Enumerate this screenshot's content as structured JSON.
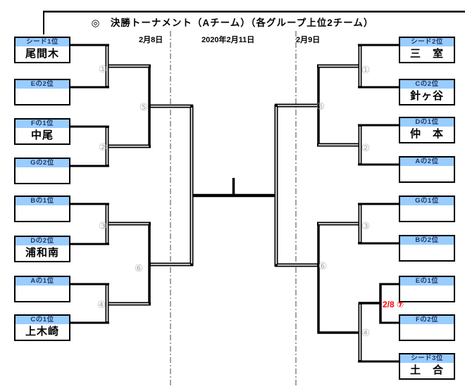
{
  "title": "◎　決勝トーナメント（Aチーム）（各グループ上位2チーム）",
  "dates": {
    "left": "2月8日",
    "center": "2020年2月11日",
    "right": "2月9日"
  },
  "labels": {
    "left": [
      "①",
      "②",
      "③",
      "④",
      "⑤",
      "⑥"
    ],
    "right": [
      "①",
      "②",
      "③",
      "④",
      "⑤",
      "⑥"
    ],
    "rescheduled": "2/8 ⑦"
  },
  "bracket": {
    "left": [
      {
        "seed": "シード1位",
        "team": "尾間木"
      },
      {
        "seed": "Eの2位",
        "team": ""
      },
      {
        "seed": "Fの1位",
        "team": "中尾"
      },
      {
        "seed": "Gの2位",
        "team": ""
      },
      {
        "seed": "Bの1位",
        "team": ""
      },
      {
        "seed": "Dの2位",
        "team": "浦和南"
      },
      {
        "seed": "Aの1位",
        "team": ""
      },
      {
        "seed": "Cの1位",
        "team": "上木崎"
      }
    ],
    "right": [
      {
        "seed": "シード2位",
        "team": "三　室"
      },
      {
        "seed": "Cの2位",
        "team": "針ヶ谷"
      },
      {
        "seed": "Dの1位",
        "team": "仲　本"
      },
      {
        "seed": "Aの2位",
        "team": ""
      },
      {
        "seed": "Gの1位",
        "team": ""
      },
      {
        "seed": "Bの2位",
        "team": ""
      },
      {
        "seed": "Eの1位",
        "team": ""
      },
      {
        "seed": "Fの2位",
        "team": ""
      },
      {
        "seed": "シード3位",
        "team": "土　合"
      }
    ]
  },
  "colors": {
    "header_fill": "#99CCFF",
    "header_text": "#1F3864",
    "line": "#000000",
    "day_divider": "#999999",
    "match_number": "#B0B0B0",
    "annotation": "#FF0000"
  }
}
